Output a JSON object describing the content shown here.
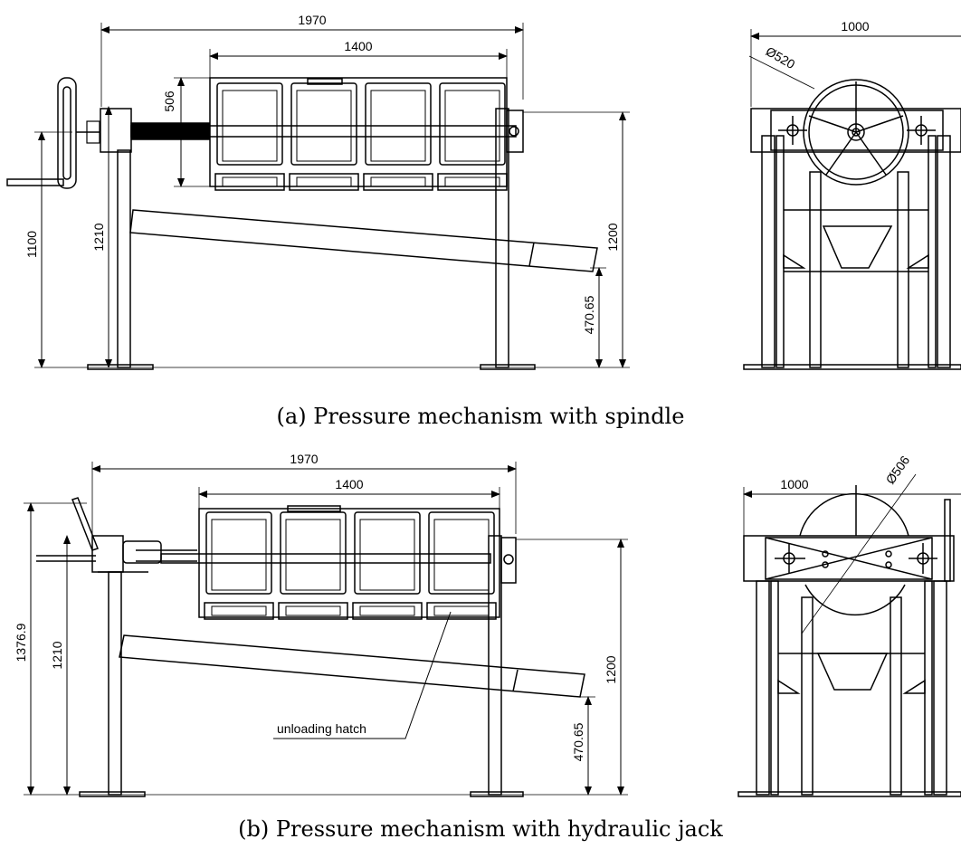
{
  "figure_a": {
    "caption": "(a) Pressure mechanism with spindle",
    "dims": {
      "overall_length": "1970",
      "basket_length": "1400",
      "basket_height": "506",
      "handwheel_height": "1100",
      "axis_height": "1210",
      "frame_height": "1200",
      "chute_height": "470.65",
      "front_width": "1000",
      "wheel_diameter": "Ø520"
    }
  },
  "figure_b": {
    "caption": "(b) Pressure mechanism with hydraulic jack",
    "dims": {
      "overall_length": "1970",
      "basket_length": "1400",
      "lever_height": "1376.9",
      "axis_height": "1210",
      "frame_height": "1200",
      "chute_height": "470.65",
      "front_width": "1000",
      "disc_diameter": "Ø506"
    },
    "callout": "unloading hatch"
  }
}
